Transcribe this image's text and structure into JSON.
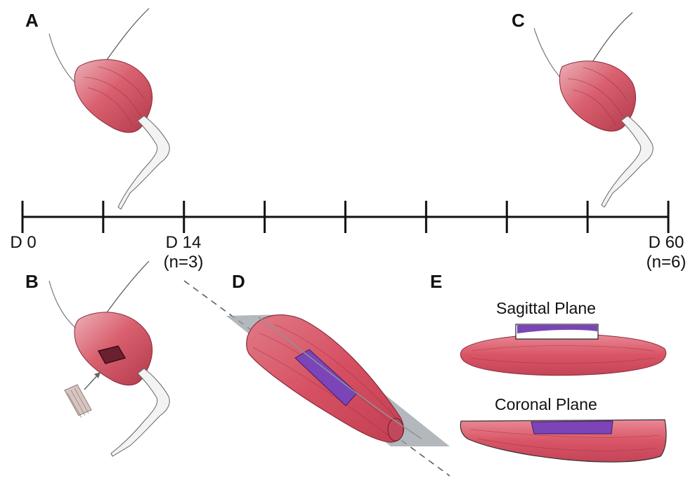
{
  "panels": {
    "a": {
      "letter": "A"
    },
    "b": {
      "letter": "B"
    },
    "c": {
      "letter": "C"
    },
    "d": {
      "letter": "D"
    },
    "e": {
      "letter": "E"
    }
  },
  "timeline": {
    "tick_count": 9,
    "labels": [
      {
        "day": "D 0",
        "n": ""
      },
      {
        "day": "D 14",
        "n": "(n=3)"
      },
      {
        "day": "D 60",
        "n": "(n=6)"
      }
    ]
  },
  "planes": {
    "sagittal": "Sagittal Plane",
    "coronal": "Coronal Plane"
  },
  "colors": {
    "muscle": "#d9606e",
    "muscle_light": "#ecb0b8",
    "muscle_dark": "#b23a4c",
    "defect": "#7b45b8",
    "tendon": "#c9c9c9",
    "plane": "#9aa0a6",
    "line": "#111111"
  }
}
